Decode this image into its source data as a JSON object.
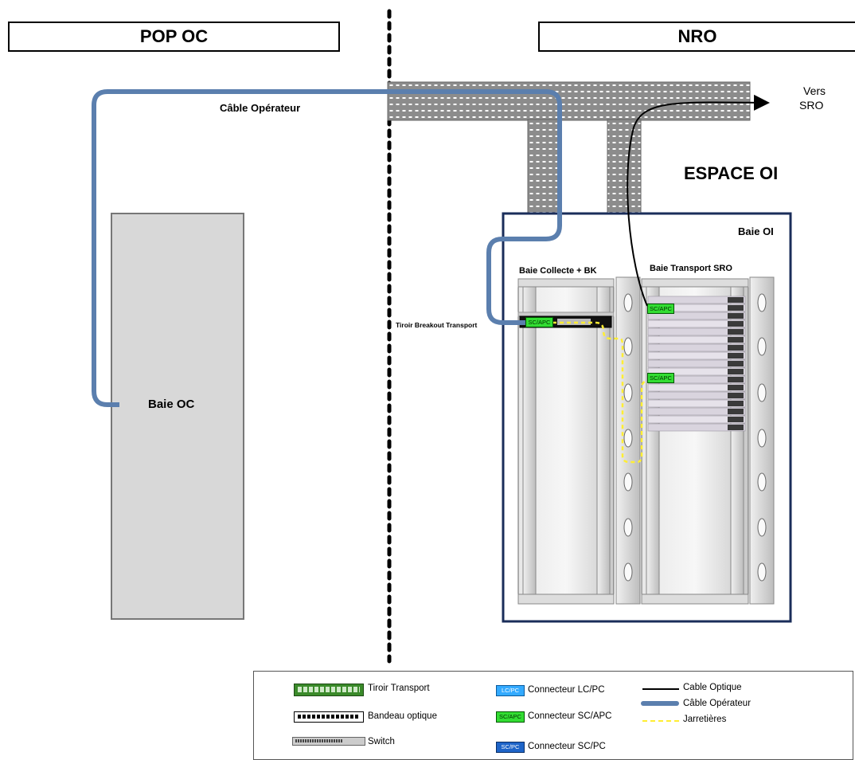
{
  "header": {
    "left_zone": "POP OC",
    "right_zone": "NRO"
  },
  "labels": {
    "cable_operateur": "Câble Opérateur",
    "vers_sro_line1": "Vers",
    "vers_sro_line2": "SRO",
    "espace_oi": "ESPACE OI",
    "baie_oi": "Baie OI",
    "baie_collecte": "Baie Collecte + BK",
    "baie_transport_sro": "Baie Transport SRO",
    "tiroir_breakout": "Tiroir Breakout Transport",
    "baie_oc": "Baie OC"
  },
  "connectors": {
    "c1": "SC/APC",
    "c2": "SC/APC",
    "c3": "SC/APC"
  },
  "legend": {
    "tiroir_transport": "Tiroir Transport",
    "bandeau_optique": "Bandeau optique",
    "switch": "Switch",
    "lcpc_tag": "LC/PC",
    "lcpc": "Connecteur LC/PC",
    "scapc_tag": "SC/APC",
    "scapc": "Connecteur SC/APC",
    "scpc_tag": "SC/PC",
    "scpc": "Connecteur SC/PC",
    "cable_optique": "Cable Optique",
    "cable_operateur": "Câble Opérateur",
    "jarretieres": "Jarretières"
  },
  "colors": {
    "operator_cable": "#5b7fae",
    "optical_cable": "#000000",
    "jumper": "#ffee33",
    "connector_green": "#33dd33",
    "connector_blue_light": "#33aaff",
    "connector_blue": "#1e64c8",
    "tray_fill": "#8c8c8c",
    "frame_border": "#1a2d5a"
  }
}
